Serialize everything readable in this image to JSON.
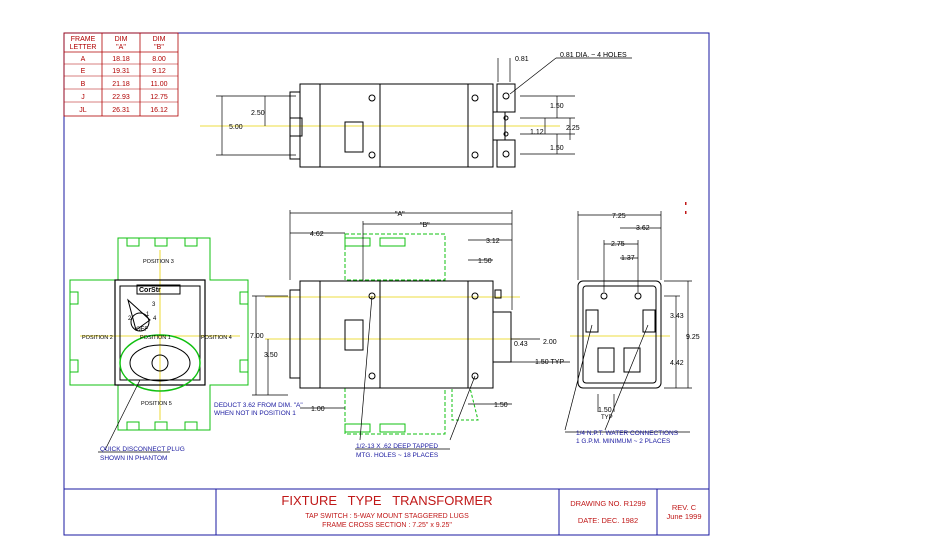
{
  "frame_table": {
    "headers": [
      [
        "FRAME",
        "LETTER"
      ],
      [
        "DIM",
        "\"A\""
      ],
      [
        "DIM",
        "\"B\""
      ]
    ],
    "rows": [
      [
        "A",
        "18.18",
        "8.00"
      ],
      [
        "E",
        "19.31",
        "9.12"
      ],
      [
        "B",
        "21.18",
        "11.00"
      ],
      [
        "J",
        "22.93",
        "12.75"
      ],
      [
        "JL",
        "26.31",
        "16.12"
      ]
    ]
  },
  "top_view": {
    "dims": {
      "d081": "0.81",
      "holes": "0.81 DIA. ~ 4 HOLES",
      "d250": "2.50",
      "d500": "5.00",
      "d150a": "1.50",
      "d225": "2.25",
      "d112": "1.12",
      "d150b": "1.50"
    }
  },
  "side_view": {
    "dims": {
      "A": "\"A\"",
      "B": "\"B\"",
      "d462": "4.62",
      "d312": "3.12",
      "d150": "1.50",
      "d700": "7.00",
      "d350": "3.50",
      "d043": "0.43",
      "d200": "2.00",
      "d150typ": "1.50 TYP",
      "d100": "1.00",
      "d150b": "1.50"
    },
    "note": [
      "1/2-13 X .62 DEEP TAPPED",
      "MTG. HOLES ~ 18 PLACES"
    ],
    "deduct": [
      "DEDUCT 3.62 FROM DIM. \"A\"",
      "WHEN NOT IN POSITION 1"
    ]
  },
  "end_view": {
    "dims": {
      "d725": "7.25",
      "d362": "3.62",
      "d275": "2.75",
      "d137": "1.37",
      "d343": "3.43",
      "d925": "9.25",
      "d442": "4.42",
      "d150": "1.50",
      "typ": "TYP"
    },
    "note": [
      "1/4 N.P.T. WATER CONNECTIONS",
      "1 G.P.M. MINIMUM ~ 2 PLACES"
    ]
  },
  "switch_view": {
    "positions": [
      "POSITION 3",
      "POSITION 2",
      "POSITION 1",
      "POSITION 4",
      "POSITION 5"
    ],
    "note": [
      "QUICK DISCONNECT PLUG",
      "SHOWN IN PHANTOM"
    ],
    "knob_labels": [
      "1",
      "2",
      "3",
      "4",
      "OFF"
    ],
    "brand": "CorStr"
  },
  "title_block": {
    "title": "FIXTURE   TYPE   TRANSFORMER",
    "sub1": "TAP SWITCH : 5-WAY MOUNT STAGGERED LUGS",
    "sub2": "FRAME CROSS SECTION : 7.25\" x 9.25\"",
    "drawing_no": "DRAWING NO. R1299",
    "date": "DATE: DEC. 1982",
    "rev": "REV. C",
    "rev_date": "June 1999"
  },
  "colors": {
    "border": "#1a1aa0",
    "title": "#c01818",
    "part": "#10c010",
    "center": "#e8d000",
    "line": "#000000"
  }
}
